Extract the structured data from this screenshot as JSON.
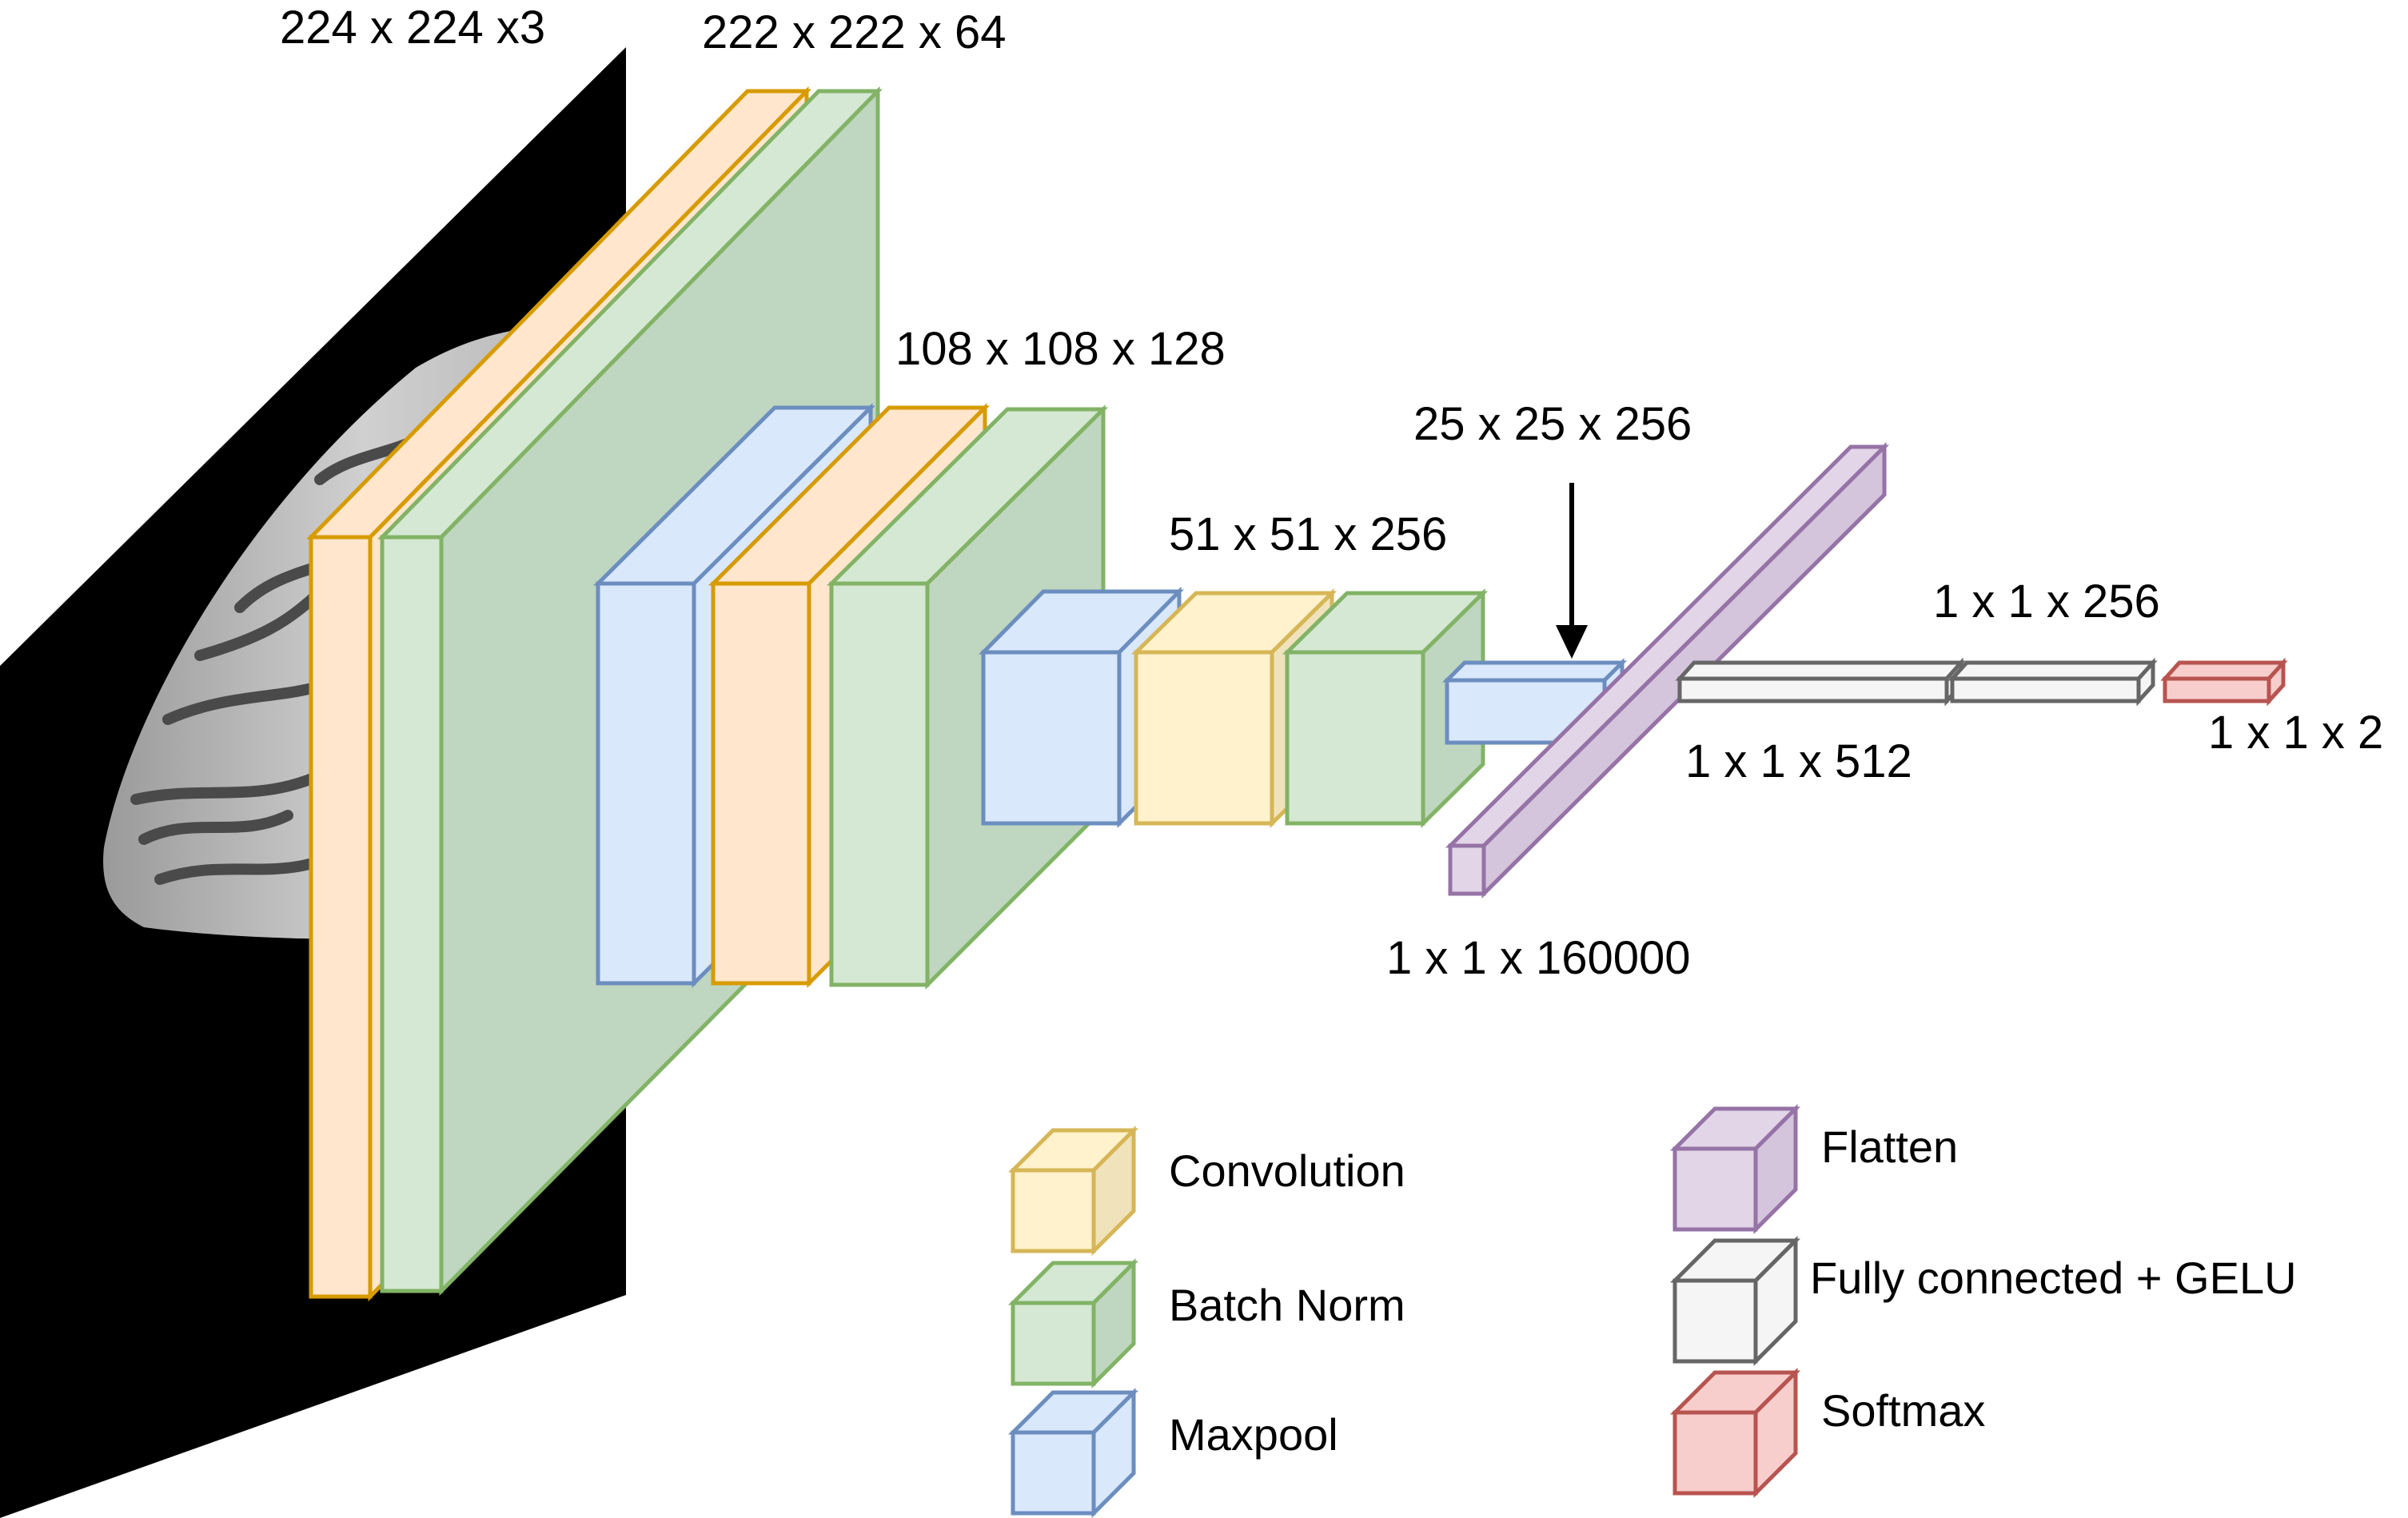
{
  "input_image": {
    "label": "224 x 224 x3",
    "icon": "brain-mri-slice"
  },
  "dimension_labels": {
    "conv1": "222 x 222 x 64",
    "block2": "108 x 108 x 128",
    "block3": "51 x 51 x 256",
    "pool3": "25 x 25 x 256",
    "flatten": "1 x 1 x 160000",
    "fc1": "1 x 1 x 512",
    "fc2": "1 x 1 x 256",
    "softmax": "1 x 1 x 2"
  },
  "legend": {
    "convolution": "Convolution",
    "batch_norm": "Batch Norm",
    "maxpool": "Maxpool",
    "flatten": "Flatten",
    "fully_connected": "Fully connected + GELU",
    "softmax": "Softmax"
  },
  "colors": {
    "convolution_fill": "#ffe6cc",
    "convolution_stroke": "#d79b00",
    "convolution_legend_fill": "#fff2cc",
    "convolution_legend_stroke": "#d6b656",
    "batch_norm_fill": "#d5e8d4",
    "batch_norm_stroke": "#82b366",
    "maxpool_fill": "#dae8fc",
    "maxpool_stroke": "#6c8ebf",
    "flatten_fill": "#e1d5e7",
    "flatten_stroke": "#9673a6",
    "fully_connected_fill": "#f5f5f5",
    "fully_connected_stroke": "#666666",
    "softmax_fill": "#f8cecc",
    "softmax_stroke": "#b85450"
  }
}
